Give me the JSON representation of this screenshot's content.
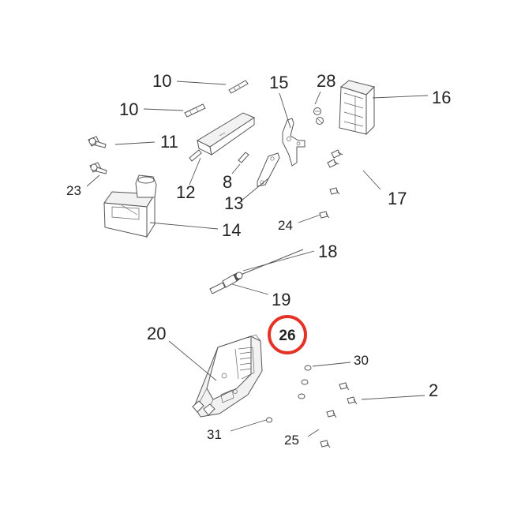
{
  "diagram": {
    "callouts": {
      "c10a": "10",
      "c10b": "10",
      "c11": "11",
      "c23": "23",
      "c12": "12",
      "c8": "8",
      "c13": "13",
      "c14": "14",
      "c15": "15",
      "c28": "28",
      "c16": "16",
      "c17": "17",
      "c24": "24",
      "c18": "18",
      "c19": "19",
      "c20": "20",
      "c26": "26",
      "c30": "30",
      "c2": "2",
      "c31": "31",
      "c25": "25"
    },
    "highlighted_callout": "26",
    "highlight_color": "#e53227"
  }
}
